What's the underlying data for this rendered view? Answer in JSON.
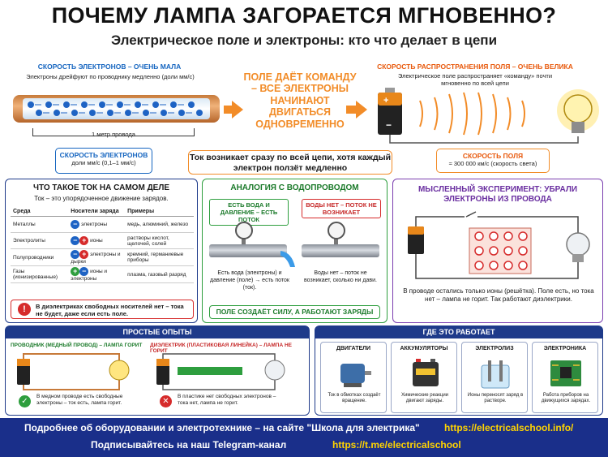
{
  "title": "ПОЧЕМУ ЛАМПА ЗАГОРАЕТСЯ МГНОВЕННО?",
  "subtitle": "Электрическое поле и электроны: кто что делает в цепи",
  "electrons": {
    "heading": "СКОРОСТЬ ЭЛЕКТРОНОВ – ОЧЕНЬ МАЛА",
    "desc": "Электроны дрейфуют по проводнику медленно (доли мм/с)",
    "scale_label": "1 метр провода",
    "box_title": "СКОРОСТЬ ЭЛЕКТРОНОВ",
    "box_value": "доли мм/с (0,1–1 мм/с)"
  },
  "command": "ПОЛЕ ДАЁТ КОМАНДУ – ВСЕ ЭЛЕКТРОНЫ НАЧИНАЮТ ДВИГАТЬСЯ ОДНОВРЕМЕННО",
  "field": {
    "heading": "СКОРОСТЬ РАСПРОСТРАНЕНИЯ ПОЛЯ – ОЧЕНЬ ВЕЛИКА",
    "desc": "Электрическое поле распространяет «команду» почти мгновенно по всей цепи",
    "box_title": "СКОРОСТЬ ПОЛЯ",
    "box_value": "≈ 300 000 км/с (скорость света)"
  },
  "current_box": "Ток возникает сразу по всей цепи, хотя каждый электрон ползёт медленно",
  "current_panel": {
    "title": "ЧТО ТАКОЕ ТОК НА САМОМ ДЕЛЕ",
    "subtitle": "Ток – это упорядоченное движение зарядов.",
    "headers": [
      "Среда",
      "Носители заряда",
      "Примеры"
    ],
    "rows": [
      {
        "medium": "Металлы",
        "carriers": "электроны",
        "examples": "медь, алюминий, железо"
      },
      {
        "medium": "Электролиты",
        "carriers": "ионы",
        "examples": "растворы кислот, щелочей, солей"
      },
      {
        "medium": "Полупроводники",
        "carriers": "электроны и дырки",
        "examples": "кремний, германиевые приборы"
      },
      {
        "medium": "Газы (ионизированные)",
        "carriers": "ионы и электроны",
        "examples": "плазма, газовый разряд"
      }
    ],
    "warning": "В диэлектриках свободных носителей нет – тока не будет, даже если есть поле."
  },
  "water_panel": {
    "title": "АНАЛОГИЯ С ВОДОПРОВОДОМ",
    "left_tag": "ЕСТЬ ВОДА И ДАВЛЕНИЕ – ЕСТЬ ПОТОК",
    "right_tag": "ВОДЫ НЕТ – ПОТОК НЕ ВОЗНИКАЕТ",
    "left_text": "Есть вода (электроны) и давление (поле) → есть поток (ток).",
    "right_text": "Воды нет – поток не возникает, сколько ни дави.",
    "footer": "ПОЛЕ СОЗДАЁТ СИЛУ, А РАБОТАЮТ ЗАРЯДЫ"
  },
  "thought_panel": {
    "title": "МЫСЛЕННЫЙ ЭКСПЕРИМЕНТ: УБРАЛИ ЭЛЕКТРОНЫ ИЗ ПРОВОДА",
    "text": "В проводе остались только ионы (решётка). Поле есть, но тока нет – лампа не горит. Так работают диэлектрики."
  },
  "experiments": {
    "title": "ПРОСТЫЕ ОПЫТЫ",
    "left_head": "ПРОВОДНИК (МЕДНЫЙ ПРОВОД) – ЛАМПА ГОРИТ",
    "left_text": "В медном проводе есть свободные электроны – ток есть, лампа горит.",
    "right_head": "ДИЭЛЕКТРИК (ПЛАСТИКОВАЯ ЛИНЕЙКА) – ЛАМПА НЕ ГОРИТ",
    "right_text": "В пластике нет свободных электронов – тока нет, лампа не горит."
  },
  "where": {
    "title": "ГДЕ ЭТО РАБОТАЕТ",
    "items": [
      {
        "title": "ДВИГАТЕЛИ",
        "text": "Ток в обмотках создаёт вращение."
      },
      {
        "title": "АККУМУЛЯТОРЫ",
        "text": "Химические реакции двигают заряды."
      },
      {
        "title": "ЭЛЕКТРОЛИЗ",
        "text": "Ионы переносят заряд в растворе."
      },
      {
        "title": "ЭЛЕКТРОНИКА",
        "text": "Работа приборов на движущихся зарядах."
      }
    ]
  },
  "footer": {
    "line1": "Подробнее об оборудовании и электротехнике – на сайте \"Школа для электрика\"",
    "link1": "https://electricalschool.info/",
    "line2": "Подписывайтесь на наш Telegram-канал",
    "link2": "https://t.me/electricalschool"
  },
  "colors": {
    "blue": "#1e3a8a",
    "orange": "#f28c28",
    "green": "#2e9e3e",
    "purple": "#7b3fb0",
    "red": "#d62b2b"
  }
}
